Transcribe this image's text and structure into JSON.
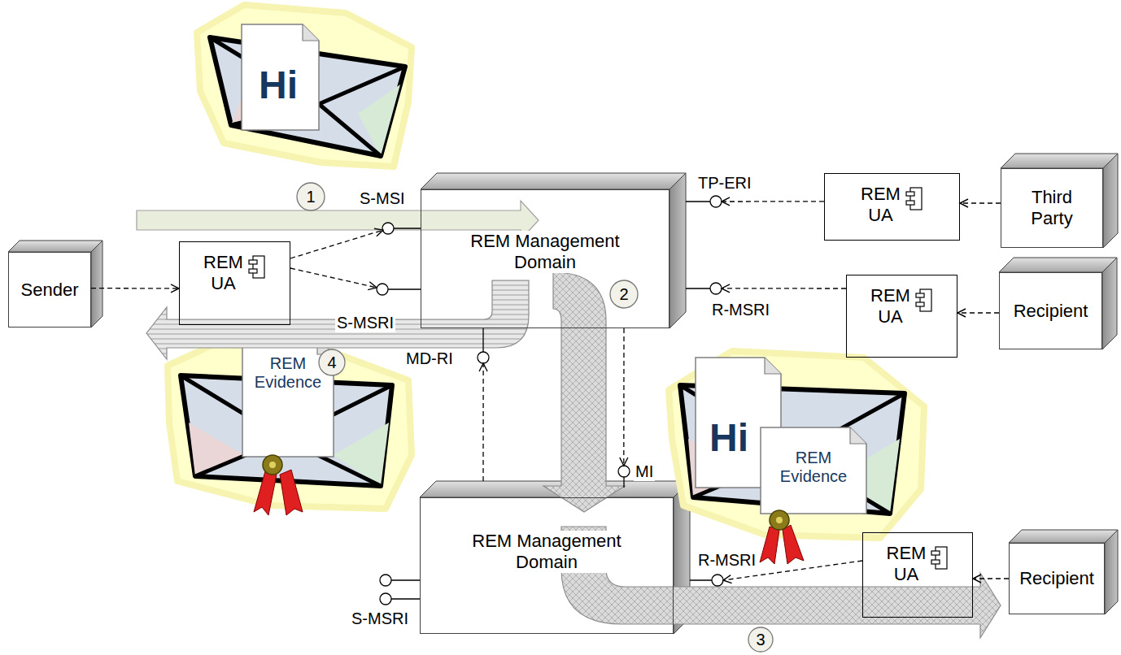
{
  "diagram": {
    "nodes": [
      {
        "text": [
          "Sender"
        ]
      },
      {
        "text": [
          "REM UA"
        ]
      },
      {
        "text": [
          "REM Management Domain"
        ]
      },
      {
        "text": [
          "REM UA"
        ]
      },
      {
        "text": [
          "Third Party"
        ]
      },
      {
        "text": [
          "REM UA"
        ]
      },
      {
        "text": [
          "Recipient"
        ]
      },
      {
        "text": [
          "REM Management Domain"
        ]
      },
      {
        "text": [
          "REM UA"
        ]
      },
      {
        "text": [
          "Recipient"
        ]
      }
    ],
    "edges": [
      {
        "from": 0,
        "to": 1,
        "arrow": "to"
      },
      {
        "from": 1,
        "to": 2,
        "arrow": "to"
      },
      {
        "from": 1,
        "to": 2,
        "arrow": "to"
      },
      {
        "from": 4,
        "to": 3,
        "arrow": "to"
      },
      {
        "from": 3,
        "to": 2,
        "arrow": "to"
      },
      {
        "from": 6,
        "to": 5,
        "arrow": "to"
      },
      {
        "from": 5,
        "to": 2,
        "arrow": "to"
      },
      {
        "from": 2,
        "to": 7,
        "arrow": "to"
      },
      {
        "from": 7,
        "to": 2,
        "arrow": "to"
      },
      {
        "from": 9,
        "to": 8,
        "arrow": "to"
      },
      {
        "from": 8,
        "to": 7,
        "arrow": "to"
      }
    ],
    "labels": [
      "Hi",
      "1",
      "S-MSI",
      "TP-ERI",
      "2",
      "R-MSRI",
      "S-MSRI",
      "4",
      "MD-RI",
      "REM Evidence",
      "MI",
      "Hi",
      "REM Evidence",
      "R-MSRI",
      "S-MSRI",
      "3"
    ]
  }
}
